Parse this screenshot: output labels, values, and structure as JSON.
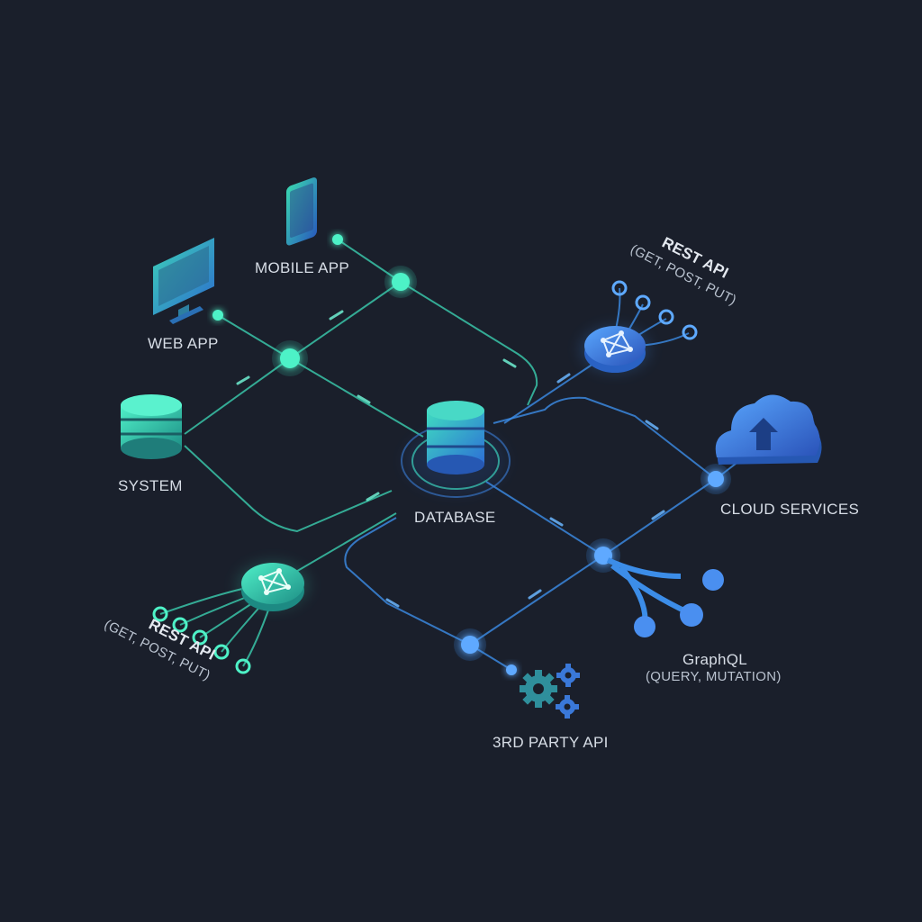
{
  "labels": {
    "mobile_app": "MOBILE APP",
    "web_app": "WEB APP",
    "system": "SYSTEM",
    "database": "DATABASE",
    "rest_api_top_title": "REST API",
    "rest_api_top_sub": "(GET, POST, PUT)",
    "rest_api_bottom_title": "REST API",
    "rest_api_bottom_sub": "(GET, POST, PUT)",
    "cloud_services": "CLOUD SERVICES",
    "graphql_title": "GraphQL",
    "graphql_sub": "(QUERY, MUTATION)",
    "third_party_api": "3RD PARTY API"
  },
  "icons": {
    "mobile_app": "smartphone-icon",
    "web_app": "monitor-icon",
    "system": "database-stack-icon",
    "database": "database-stack-icon",
    "rest_api": "graph-network-hub-icon",
    "cloud_services": "cloud-upload-icon",
    "graphql": "branching-nodes-icon",
    "third_party_api": "gears-icon"
  },
  "colors": {
    "background": "#1a1f2b",
    "teal": "#3ddbb9",
    "blue": "#3c8de8",
    "label": "#d7dde6"
  }
}
